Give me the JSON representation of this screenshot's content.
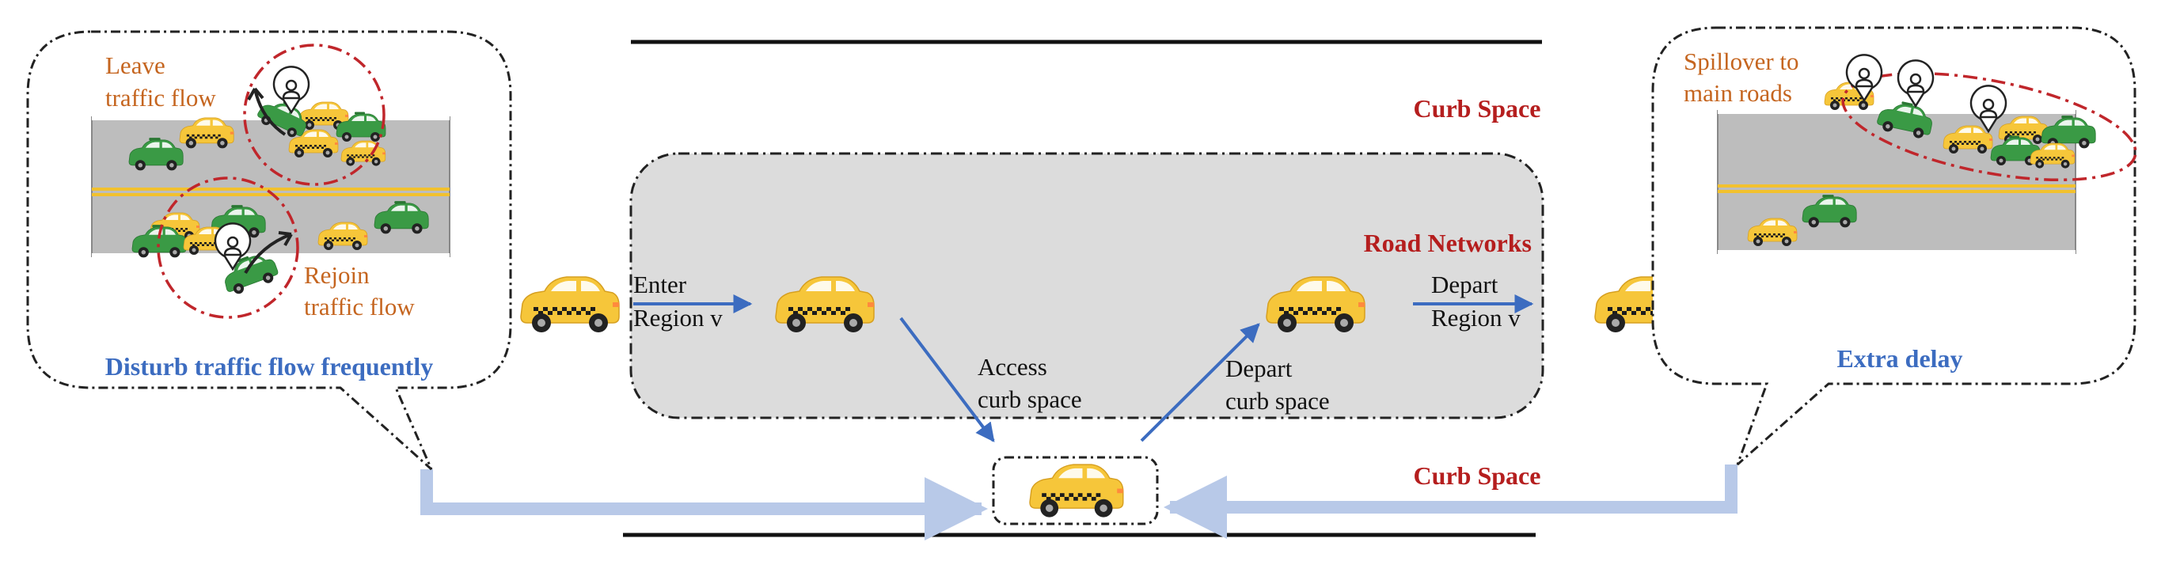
{
  "curb_top_label": "Curb Space",
  "curb_bottom_label": "Curb Space",
  "road_networks_label": "Road Networks",
  "enter_label": {
    "line1": "Enter",
    "line2": "Region v"
  },
  "access_label": {
    "line1": "Access",
    "line2": "curb space"
  },
  "depart_curb_label": {
    "line1": "Depart",
    "line2": "curb space"
  },
  "depart_region_label": {
    "line1": "Depart",
    "line2": "Region v"
  },
  "left_panel": {
    "leave_label": {
      "line1": "Leave",
      "line2": "traffic flow"
    },
    "rejoin_label": {
      "line1": "Rejoin",
      "line2": "traffic flow"
    },
    "caption": "Disturb traffic flow frequently"
  },
  "right_panel": {
    "spillover_label": {
      "line1": "Spillover to",
      "line2": "main roads"
    },
    "caption": "Extra delay"
  },
  "colors": {
    "taxi_yellow": "#f6c63a",
    "green_car": "#3a9a45",
    "road_gray": "#bdbdbd",
    "lane_yellow": "#f2c12e",
    "arrow_blue": "#3c6cc0",
    "connector_blue": "#b8c9e8",
    "red_ellipse": "#c0262b",
    "road_network_fill": "#dcdcdc"
  }
}
